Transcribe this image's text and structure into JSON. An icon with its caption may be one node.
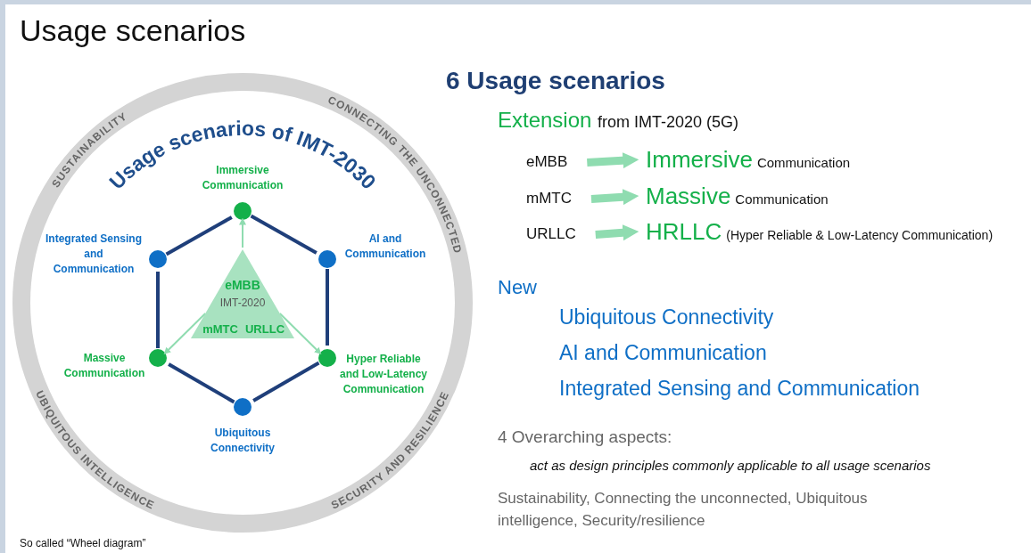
{
  "diagram": {
    "title": "Usage scenarios",
    "caption": "So called “Wheel diagram”",
    "nodes": [
      {
        "text": [],
        "shape": "circle",
        "beside": [
          "Immersive Communication"
        ]
      },
      {
        "text": [],
        "shape": "circle",
        "beside": [
          "AI and Communication"
        ]
      },
      {
        "text": [],
        "shape": "circle",
        "beside": [
          "Hyper Reliable and Low-Latency Communication"
        ]
      },
      {
        "text": [],
        "shape": "circle",
        "beside": [
          "Ubiquitous Connectivity"
        ]
      },
      {
        "text": [],
        "shape": "circle",
        "beside": [
          "Massive Communication"
        ]
      },
      {
        "text": [],
        "shape": "circle",
        "beside": [
          "Integrated Sensing and Communication"
        ]
      },
      {
        "text": [
          "eMBB",
          "IMT-2020",
          "mMTC",
          "URLLC"
        ]
      },
      {
        "text": [
          "eMBB"
        ]
      },
      {
        "text": [
          "Immersive",
          "Communication"
        ]
      },
      {
        "text": [
          "mMTC"
        ]
      },
      {
        "text": [
          "Massive",
          "Communication"
        ]
      },
      {
        "text": [
          "URLLC"
        ]
      },
      {
        "text": [
          "HRLLC",
          "(Hyper Reliable & Low-Latency Communication)"
        ]
      }
    ],
    "edges": [
      {
        "from": 0,
        "to": 1,
        "arrow": "none"
      },
      {
        "from": 1,
        "to": 2,
        "arrow": "none"
      },
      {
        "from": 2,
        "to": 3,
        "arrow": "none"
      },
      {
        "from": 3,
        "to": 4,
        "arrow": "none"
      },
      {
        "from": 4,
        "to": 5,
        "arrow": "none"
      },
      {
        "from": 5,
        "to": 0,
        "arrow": "none"
      },
      {
        "from": 6,
        "to": 0,
        "arrow": "to",
        "color": "#8fdcb0"
      },
      {
        "from": 6,
        "to": 4,
        "arrow": "to",
        "color": "#8fdcb0"
      },
      {
        "from": 6,
        "to": 2,
        "arrow": "to",
        "color": "#8fdcb0"
      },
      {
        "from": 7,
        "to": 8,
        "arrow": "to",
        "style": "thick",
        "color": "#8fdcb0"
      },
      {
        "from": 9,
        "to": 10,
        "arrow": "to",
        "style": "thick",
        "color": "#8fdcb0"
      },
      {
        "from": 11,
        "to": 12,
        "arrow": "to",
        "style": "thick",
        "color": "#8fdcb0"
      }
    ],
    "labels": [
      "Usage scenarios of IMT-2030",
      "SUSTAINABILITY",
      "CONNECTING THE UNCONNECTED",
      "UBIQUITOUS INTELLIGENCE",
      "SECURITY AND RESILIENCE",
      "6 Usage scenarios",
      "Extension",
      "from IMT-2020 (5G)",
      "New",
      "Ubiquitous Connectivity",
      "AI and Communication",
      "Integrated Sensing and Communication",
      "4 Overarching aspects:",
      "act as design principles commonly applicable to all usage scenarios",
      "Sustainability, Connecting the unconnected, Ubiquitous intelligence, Security/resilience"
    ]
  }
}
